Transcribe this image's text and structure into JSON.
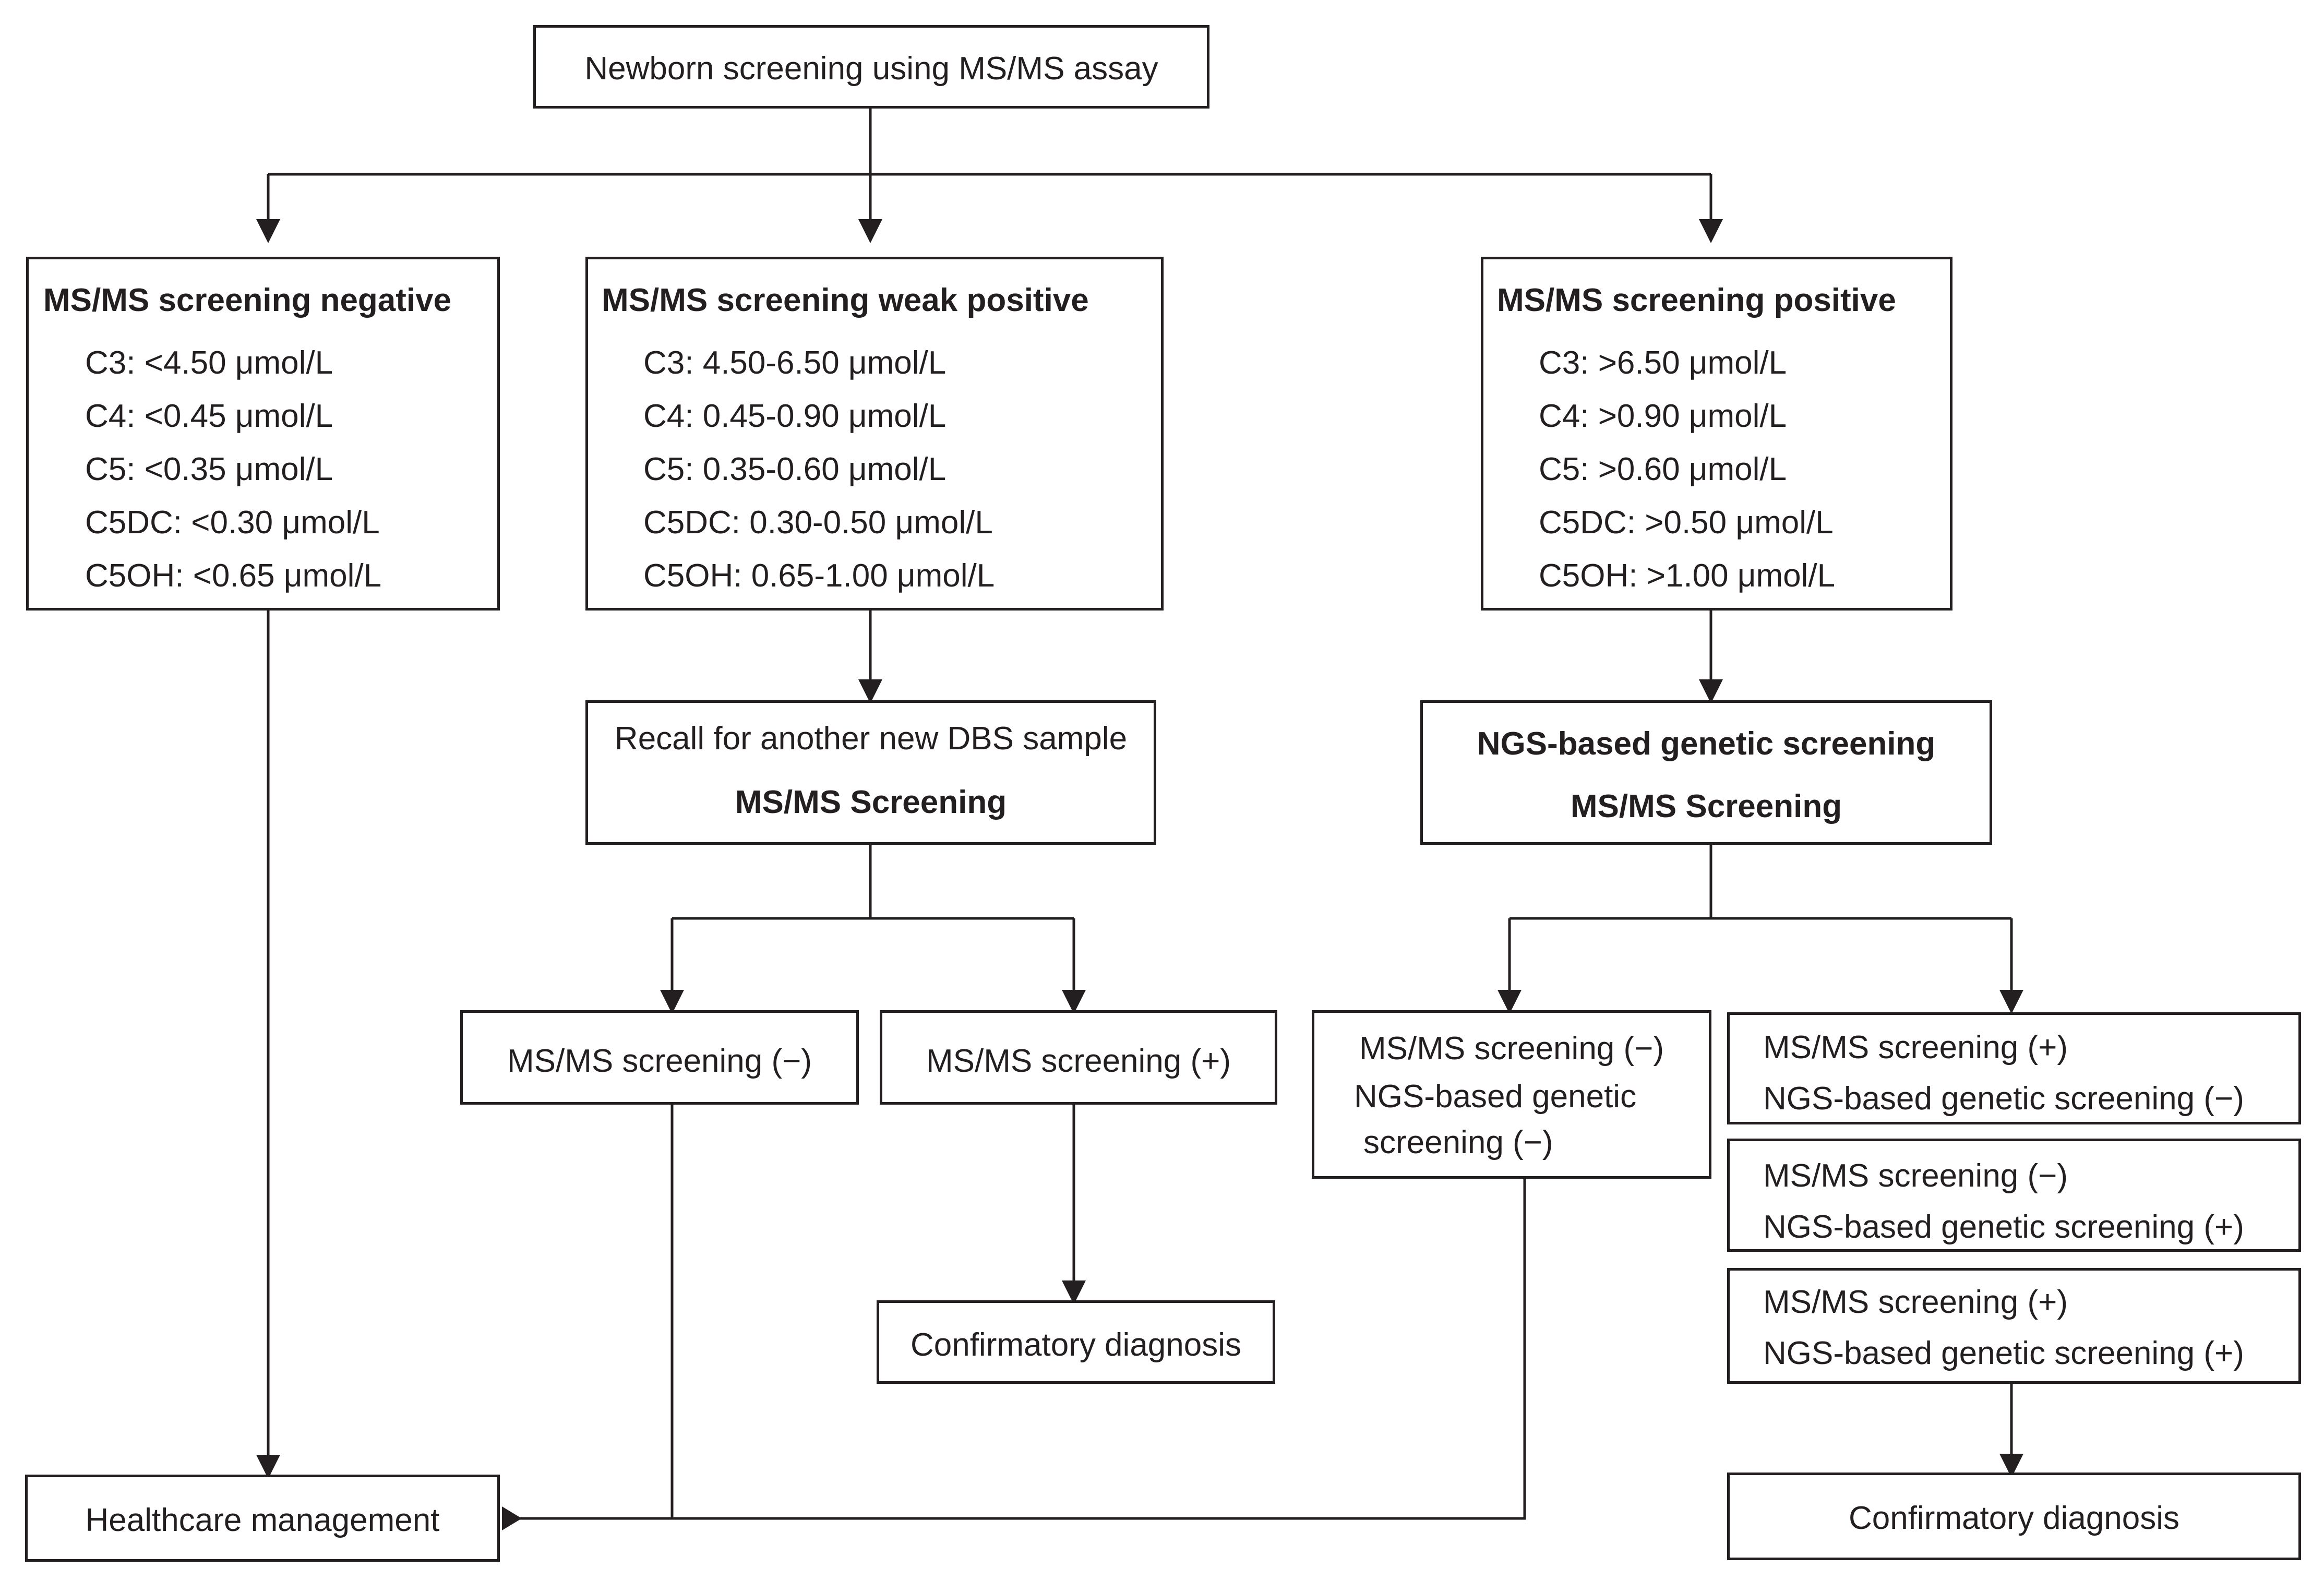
{
  "root": {
    "label": "Newborn screening using MS/MS assay"
  },
  "negative": {
    "title": "MS/MS screening negative",
    "items": [
      "C3: <4.50 μmol/L",
      "C4: <0.45 μmol/L",
      "C5: <0.35 μmol/L",
      "C5DC: <0.30 μmol/L",
      "C5OH: <0.65 μmol/L"
    ]
  },
  "weak_positive": {
    "title": "MS/MS screening weak positive",
    "items": [
      "C3: 4.50-6.50 μmol/L",
      "C4: 0.45-0.90 μmol/L",
      "C5: 0.35-0.60 μmol/L",
      "C5DC: 0.30-0.50 μmol/L",
      "C5OH: 0.65-1.00 μmol/L"
    ]
  },
  "positive": {
    "title": "MS/MS screening positive",
    "items": [
      "C3: >6.50 μmol/L",
      "C4: >0.90 μmol/L",
      "C5: >0.60 μmol/L",
      "C5DC: >0.50 μmol/L",
      "C5OH: >1.00 μmol/L"
    ]
  },
  "recall": {
    "line1": "Recall for another new DBS sample",
    "line2": "MS/MS Screening"
  },
  "ngs": {
    "line1": "NGS-based genetic screening",
    "line2": "MS/MS Screening"
  },
  "weak_minus": {
    "label": "MS/MS screening (−)"
  },
  "weak_plus": {
    "label": "MS/MS screening (+)"
  },
  "confirm_left": {
    "label": "Confirmatory diagnosis"
  },
  "both_minus": {
    "line1": "MS/MS screening (−)",
    "line2": "NGS-based genetic",
    "line3": "screening (−)"
  },
  "ms_plus_ngs_minus": {
    "line1": "MS/MS screening (+)",
    "line2": "NGS-based genetic screening (−)"
  },
  "ms_minus_ngs_plus": {
    "line1": "MS/MS screening (−)",
    "line2": "NGS-based genetic screening (+)"
  },
  "both_plus": {
    "line1": "MS/MS screening (+)",
    "line2": "NGS-based genetic screening (+)"
  },
  "healthcare": {
    "label": "Healthcare management"
  },
  "confirm_right": {
    "label": "Confirmatory diagnosis"
  }
}
